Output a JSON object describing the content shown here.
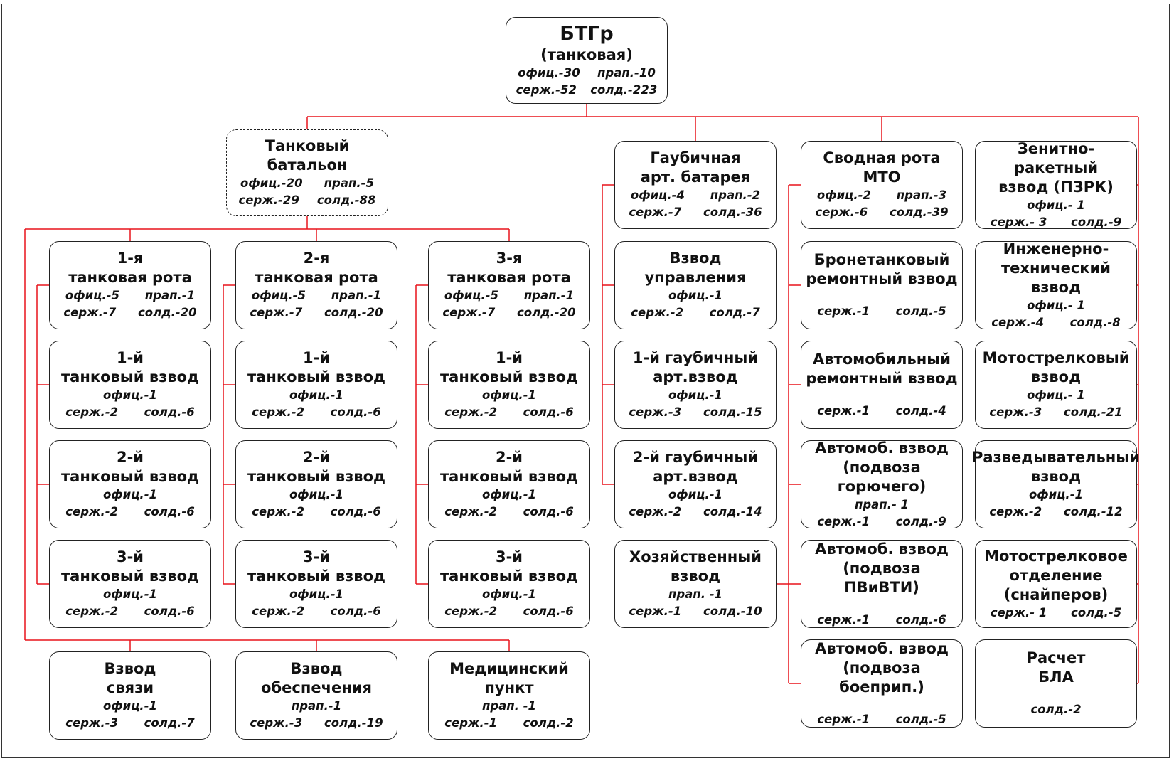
{
  "units": {
    "btg": {
      "title": "БТГр",
      "subtitle": "(танковая)",
      "s1a": "офиц.-30",
      "s1b": "прап.-10",
      "s2a": "серж.-52",
      "s2b": "солд.-223"
    },
    "tb": {
      "title": "Танковый\nбатальон",
      "s1a": "офиц.-20",
      "s1b": "прап.-5",
      "s2a": "серж.-29",
      "s2b": "солд.-88"
    },
    "r1": {
      "title": "1-я\nтанковая рота",
      "s1a": "офиц.-5",
      "s1b": "прап.-1",
      "s2a": "серж.-7",
      "s2b": "солд.-20"
    },
    "r1p1": {
      "title": "1-й\nтанковый взвод",
      "s1": "офиц.-1",
      "s2a": "серж.-2",
      "s2b": "солд.-6"
    },
    "r1p2": {
      "title": "2-й\nтанковый взвод",
      "s1": "офиц.-1",
      "s2a": "серж.-2",
      "s2b": "солд.-6"
    },
    "r1p3": {
      "title": "3-й\nтанковый взвод",
      "s1": "офиц.-1",
      "s2a": "серж.-2",
      "s2b": "солд.-6"
    },
    "r2": {
      "title": "2-я\nтанковая рота",
      "s1a": "офиц.-5",
      "s1b": "прап.-1",
      "s2a": "серж.-7",
      "s2b": "солд.-20"
    },
    "r2p1": {
      "title": "1-й\nтанковый взвод",
      "s1": "офиц.-1",
      "s2a": "серж.-2",
      "s2b": "солд.-6"
    },
    "r2p2": {
      "title": "2-й\nтанковый взвод",
      "s1": "офиц.-1",
      "s2a": "серж.-2",
      "s2b": "солд.-6"
    },
    "r2p3": {
      "title": "3-й\nтанковый взвод",
      "s1": "офиц.-1",
      "s2a": "серж.-2",
      "s2b": "солд.-6"
    },
    "r3": {
      "title": "3-я\nтанковая рота",
      "s1a": "офиц.-5",
      "s1b": "прап.-1",
      "s2a": "серж.-7",
      "s2b": "солд.-20"
    },
    "r3p1": {
      "title": "1-й\nтанковый взвод",
      "s1": "офиц.-1",
      "s2a": "серж.-2",
      "s2b": "солд.-6"
    },
    "r3p2": {
      "title": "2-й\nтанковый взвод",
      "s1": "офиц.-1",
      "s2a": "серж.-2",
      "s2b": "солд.-6"
    },
    "r3p3": {
      "title": "3-й\nтанковый взвод",
      "s1": "офиц.-1",
      "s2a": "серж.-2",
      "s2b": "солд.-6"
    },
    "svyaz": {
      "title": "Взвод\nсвязи",
      "s1": "офиц.-1",
      "s2a": "серж.-3",
      "s2b": "солд.-7"
    },
    "obesp": {
      "title": "Взвод\nобеспечения",
      "s1": "прап.-1",
      "s2a": "серж.-3",
      "s2b": "солд.-19"
    },
    "med": {
      "title": "Медицинский\nпункт",
      "s1": "прап. -1",
      "s2a": "серж.-1",
      "s2b": "солд.-2"
    },
    "gab": {
      "title": "Гаубичная\nарт. батарея",
      "s1a": "офиц.-4",
      "s1b": "прап.-2",
      "s2a": "серж.-7",
      "s2b": "солд.-36"
    },
    "vu": {
      "title": "Взвод\nуправления",
      "s1": "офиц.-1",
      "s2a": "серж.-2",
      "s2b": "солд.-7"
    },
    "g1": {
      "title": "1-й гаубичный\nарт.взвод",
      "s1": "офиц.-1",
      "s2a": "серж.-3",
      "s2b": "солд.-15"
    },
    "g2": {
      "title": "2-й гаубичный\nарт.взвод",
      "s1": "офиц.-1",
      "s2a": "серж.-2",
      "s2b": "солд.-14"
    },
    "hoz": {
      "title": "Хозяйственный\nвзвод",
      "s1": "прап. -1",
      "s2a": "серж.-1",
      "s2b": "солд.-10"
    },
    "mto": {
      "title": "Сводная рота\nМТО",
      "s1a": "офиц.-2",
      "s1b": "прап.-3",
      "s2a": "серж.-6",
      "s2b": "солд.-39"
    },
    "brv": {
      "title": "Бронетанковый\nремонтный взвод",
      "s2a": "серж.-1",
      "s2b": "солд.-5"
    },
    "arv": {
      "title": "Автомобильный\nремонтный взвод",
      "s2a": "серж.-1",
      "s2b": "солд.-4"
    },
    "ag": {
      "title": "Автомоб. взвод\n(подвоза горючего)",
      "s1": "прап.- 1",
      "s2a": "серж.-1",
      "s2b": "солд.-9"
    },
    "ap": {
      "title": "Автомоб. взвод\n(подвоза ПВиВТИ)",
      "s2a": "серж.-1",
      "s2b": "солд.-6"
    },
    "ab": {
      "title": "Автомоб. взвод\n(подвоза боеприп.)",
      "s2a": "серж.-1",
      "s2b": "солд.-5"
    },
    "zrv": {
      "title": "Зенитно-ракетный\nвзвод (ПЗРК)",
      "s1": "офиц.- 1",
      "s2a": "серж.- 3",
      "s2b": "солд.-9"
    },
    "itv": {
      "title": "Инженерно-\nтехнический взвод",
      "s1": "офиц.- 1",
      "s2a": "серж.-4",
      "s2b": "солд.-8"
    },
    "msv": {
      "title": "Мотострелковый\nвзвод",
      "s1": "офиц.- 1",
      "s2a": "серж.-3",
      "s2b": "солд.-21"
    },
    "rv": {
      "title": "Разведывательный\nвзвод",
      "s1": "офиц.-1",
      "s2a": "серж.-2",
      "s2b": "солд.-12"
    },
    "mso": {
      "title": "Мотострелковое\nотделение\n(снайперов)",
      "s2a": "серж.- 1",
      "s2b": "солд.-5"
    },
    "bla": {
      "title": "Расчет\nБЛА",
      "s2": "солд.-2"
    }
  },
  "colors": {
    "connector": "#e8141c",
    "border": "#222222"
  }
}
